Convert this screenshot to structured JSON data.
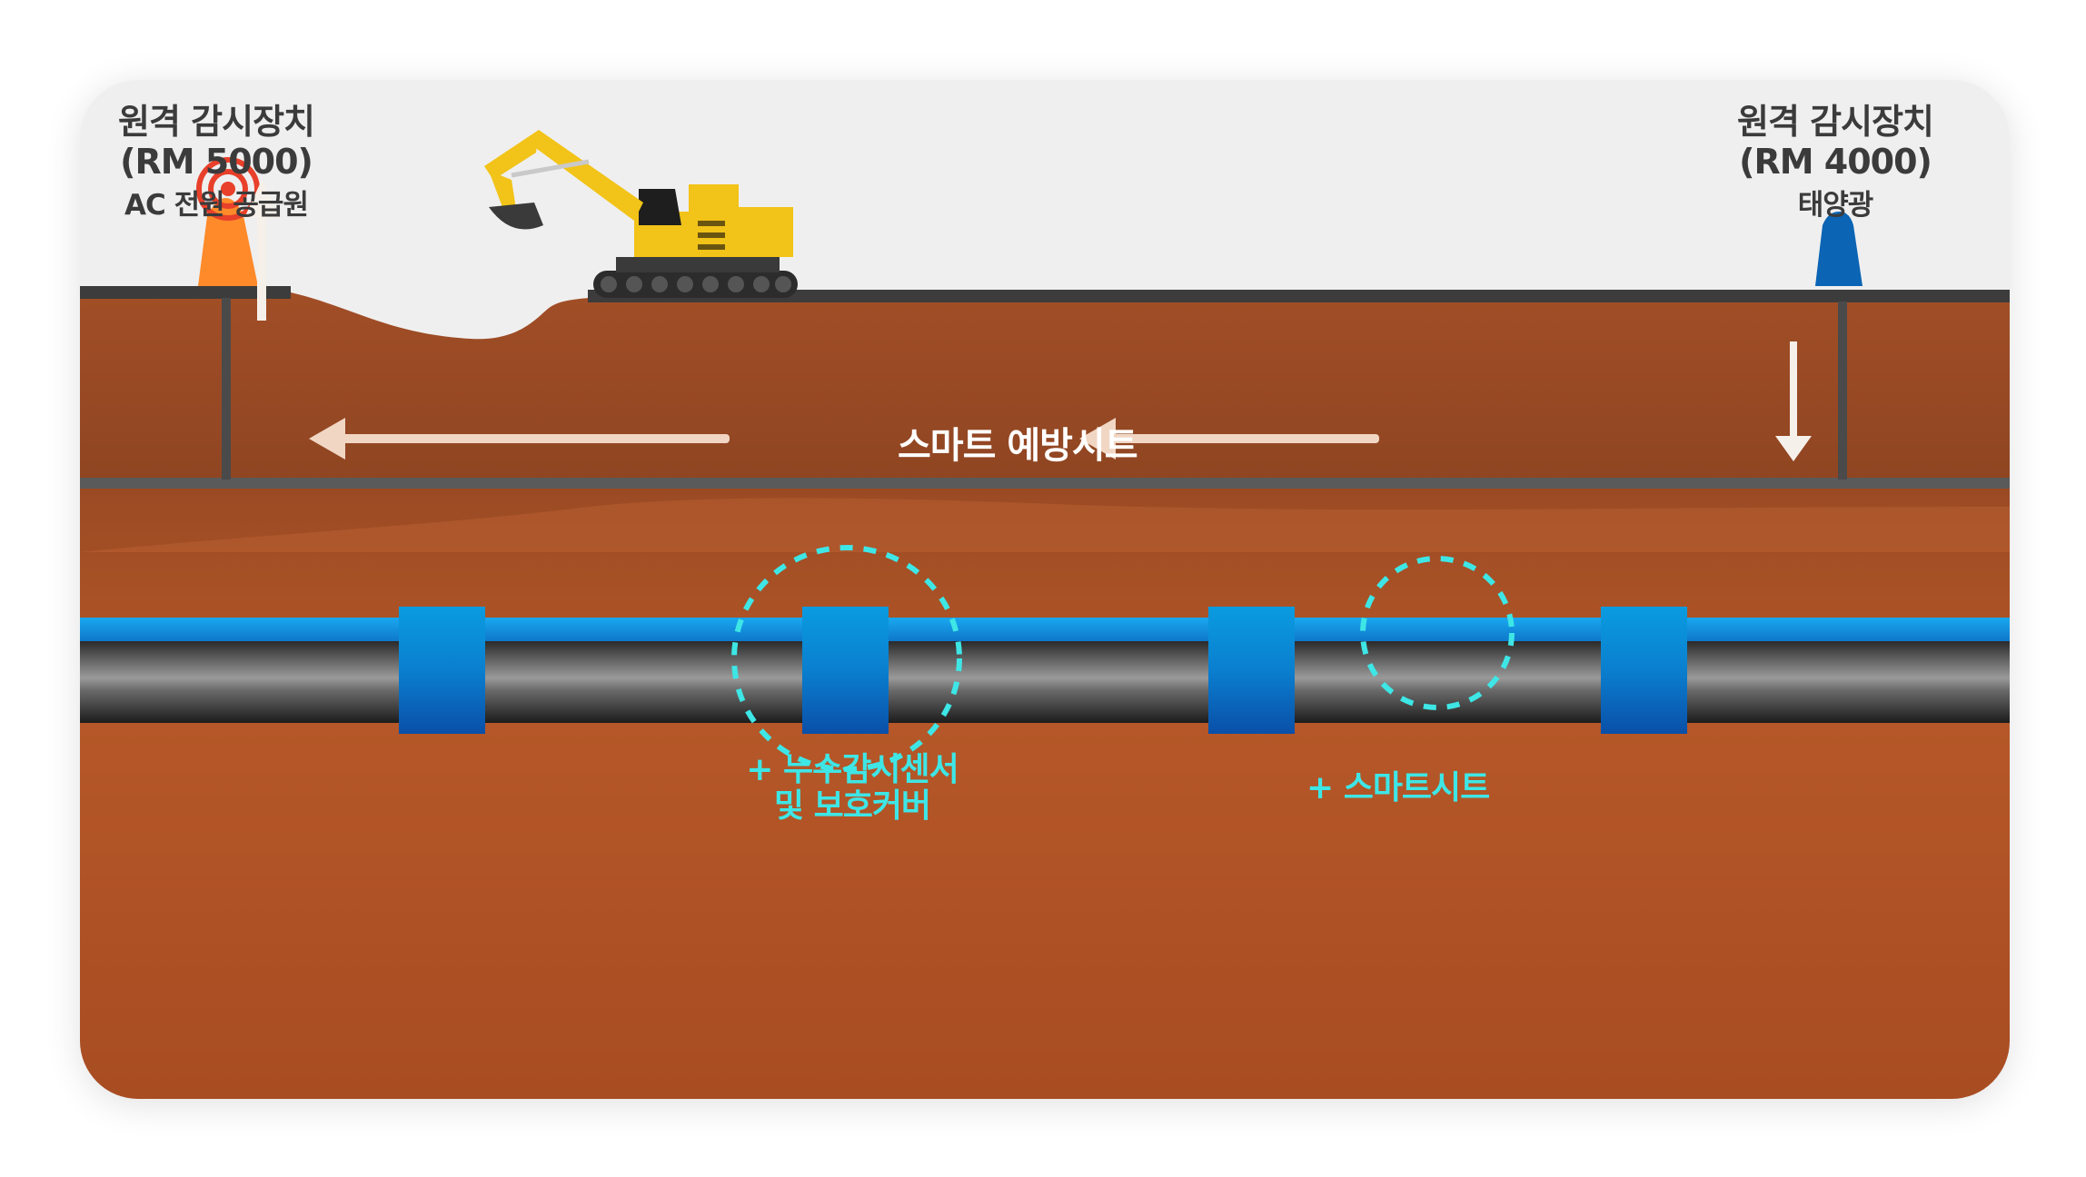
{
  "left_device": {
    "title_line1": "원격 감시장치",
    "title_line2": "(RM 5000)",
    "subtitle": "AC 전원 공급원",
    "color": "#ff8a2a"
  },
  "right_device": {
    "title_line1": "원격 감시장치",
    "title_line2": "(RM 4000)",
    "subtitle": "태양광",
    "color": "#0b64b4"
  },
  "smart_sheet_label": "스마트 예방시트",
  "leak_sensor_label": {
    "line1": "+ 누수감시센서",
    "line2": "및 보호커버"
  },
  "smart_sheet_point_label": "+ 스마트시트",
  "colors": {
    "sky": "#efefef",
    "soil_upper": "#9a4a24",
    "soil_lower": "#b95a2a",
    "pipe": "#4a4a4a",
    "pipe_band": "#0a86d0",
    "highlight": "#3ee6e6"
  },
  "icons": [
    "excavator-icon",
    "signal-waves-icon",
    "arrow-up-icon",
    "arrow-down-icon",
    "arrow-left-icon"
  ]
}
